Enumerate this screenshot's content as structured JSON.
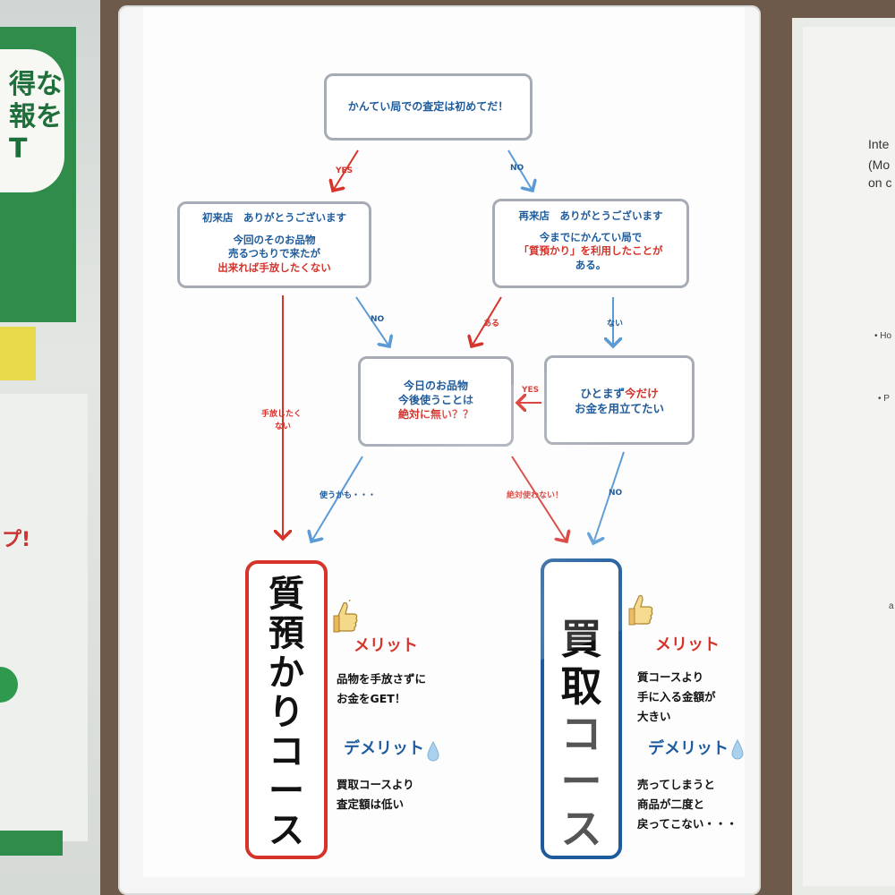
{
  "left_board": {
    "card_line_1": "得な",
    "card_line_2": "報を",
    "card_line_3": "T",
    "red_fragment": "プ!"
  },
  "right_board": {
    "line_1": "Inte",
    "line_2": "(Mo",
    "line_3": "on c",
    "bullet_1": "• Ho",
    "bullet_2": "• P",
    "tail": "a"
  },
  "flowchart": {
    "start": "かんてい局での査定は初めてだ！",
    "yes_label": "YES",
    "no_label": "NO",
    "first_visit": {
      "title": "初来店　ありがとうございます",
      "line1": "今回のそのお品物",
      "line2": "売るつもりで来たが",
      "line3": "出来れば手放したくない"
    },
    "return_visit": {
      "title": "再来店　ありがとうございます",
      "line1": "今までにかんてい局で",
      "line2": "「質預かり」を利用したことが",
      "line3": "ある。"
    },
    "label_no_mid": "NO",
    "label_aru": "ある",
    "label_nai": "ない",
    "label_tebanashi_1": "手放したく",
    "label_tebanashi_2": "ない",
    "usage_box": {
      "line1": "今日のお品物",
      "line2": "今後使うことは",
      "line3": "絶対に無い？？"
    },
    "label_yes_left": "YES",
    "temp_box": {
      "line1_pre": "ひとまず",
      "line1_em": "今だけ",
      "line2": "お金を用立てたい"
    },
    "label_tsukau": "使うかも・・・",
    "label_zettai": "絶対使わない！",
    "label_no_right": "NO"
  },
  "pawn_course": {
    "title_chars": [
      "質",
      "預",
      "か",
      "り",
      "コ",
      "ー",
      "ス"
    ],
    "merit_heading": "メリット",
    "merit_line1": "品物を手放さずに",
    "merit_line2": "お金をGET！",
    "demerit_heading": "デメリット",
    "demerit_line1": "買取コースより",
    "demerit_line2": "査定額は低い"
  },
  "buy_course": {
    "title_chars": [
      "買",
      "取",
      "コ",
      "ー",
      "ス"
    ],
    "merit_heading": "メリット",
    "merit_line1": "質コースより",
    "merit_line2": "手に入る金額が",
    "merit_line3": "大きい",
    "demerit_heading": "デメリット",
    "demerit_line1": "売ってしまうと",
    "demerit_line2": "商品が二度と",
    "demerit_line3": "戻ってこない・・・"
  },
  "colors": {
    "red": "#d6332b",
    "blue": "#1d5b9c",
    "arrow_blue": "#5b9bd5",
    "box_border": "#a6abb5"
  },
  "icons": [
    "thumbs-up-icon",
    "water-drop-icon"
  ]
}
